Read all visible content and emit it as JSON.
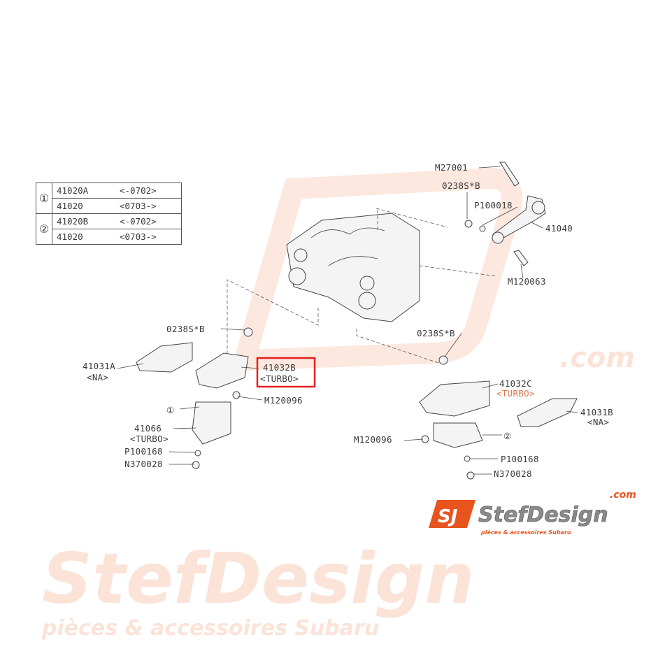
{
  "table": {
    "groups": [
      {
        "marker": "①",
        "rows": [
          [
            "41020A",
            "<-0702>"
          ],
          [
            "41020",
            "<0703->"
          ]
        ]
      },
      {
        "marker": "②",
        "rows": [
          [
            "41020B",
            "<-0702>"
          ],
          [
            "41020",
            "<0703->"
          ]
        ]
      }
    ]
  },
  "labels": {
    "m27001": "M27001",
    "bolt_0238s_top": "0238S*B",
    "p100018": "P100018",
    "p41040": "41040",
    "m120063": "M120063",
    "bolt_0238s_left": "0238S*B",
    "p41031a": "41031A",
    "p41031a_sub": "<NA>",
    "p41032b": "41032B",
    "p41032b_sub": "<TURBO>",
    "m120096_left": "M120096",
    "marker1": "①",
    "p41066": "41066",
    "p41066_sub": "<TURBO>",
    "p100168_left": "P100168",
    "n370028_left": "N370028",
    "bolt_0238s_right": "0238S*B",
    "p41032c": "41032C",
    "p41032c_sub": "<TURBO>",
    "p41031b": "41031B",
    "p41031b_sub": "<NA>",
    "m120096_right": "M120096",
    "marker2": "②",
    "p100168_right": "P100168",
    "n370028_right": "N370028"
  },
  "watermark": {
    "brand": "StefDesign",
    "tagline": "pièces & accessoires Subaru",
    "domain": ".com"
  },
  "logo": {
    "mark": "SJ",
    "brand": "StefDesign",
    "domain": ".com",
    "tagline": "pièces & accessoires Subaru"
  },
  "colors": {
    "accent": "#e8541e",
    "highlight": "#e02020"
  }
}
